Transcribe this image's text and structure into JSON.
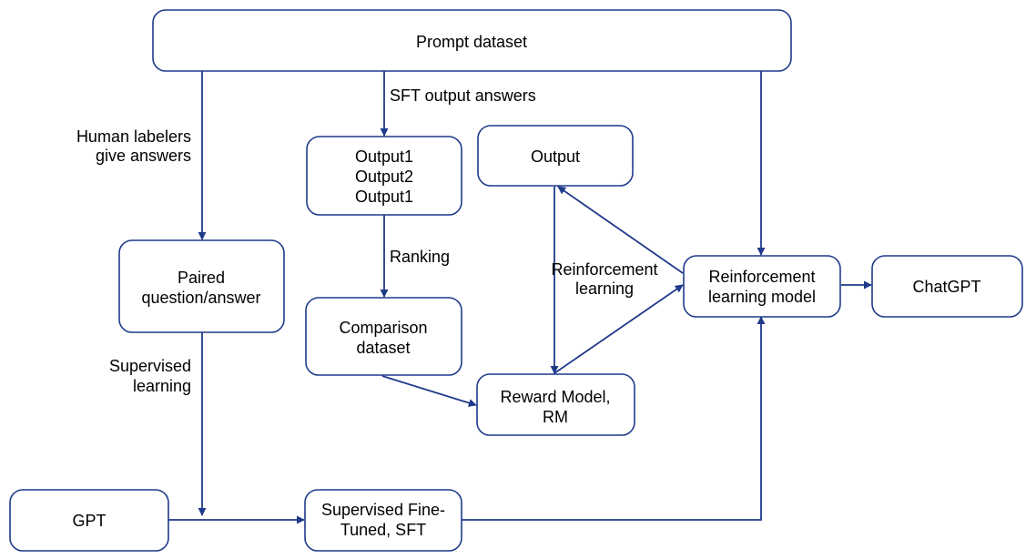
{
  "diagram": {
    "nodes": {
      "prompt_dataset": [
        "Prompt dataset"
      ],
      "outputs": [
        "Output1",
        "Output2",
        "Output1"
      ],
      "output": [
        "Output"
      ],
      "paired": [
        "Paired",
        "question/answer"
      ],
      "comparison": [
        "Comparison",
        "dataset"
      ],
      "reward_model": [
        "Reward Model,",
        "RM"
      ],
      "rl_model": [
        "Reinforcement",
        "learning model"
      ],
      "chatgpt": [
        "ChatGPT"
      ],
      "gpt": [
        "GPT"
      ],
      "sft": [
        "Supervised Fine-",
        "Tuned, SFT"
      ]
    },
    "edge_labels": {
      "human_labelers": [
        "Human labelers",
        "give answers"
      ],
      "sft_output": [
        "SFT output answers"
      ],
      "ranking": [
        "Ranking"
      ],
      "reinforcement": [
        "Reinforcement",
        "learning"
      ],
      "supervised": [
        "Supervised",
        "learning"
      ]
    },
    "colors": {
      "stroke": "#1f3a8a",
      "fill": "#ffffff",
      "text": "#000000"
    }
  }
}
